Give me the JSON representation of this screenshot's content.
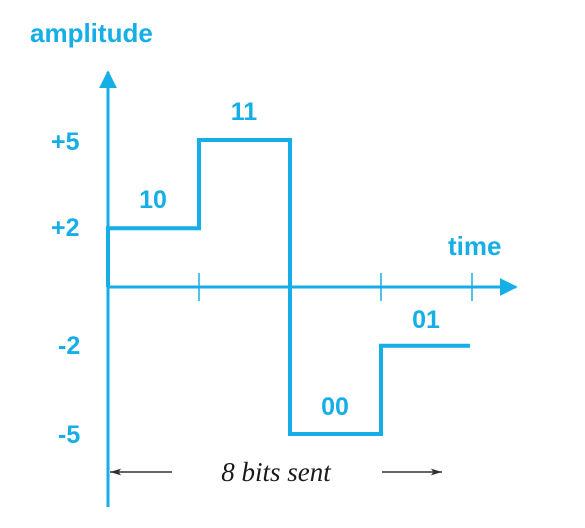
{
  "labels": {
    "y_axis_title": "amplitude",
    "x_axis_title": "time",
    "y_ticks": [
      "+5",
      "+2",
      "-2",
      "-5"
    ],
    "bits": [
      "10",
      "11",
      "00",
      "01"
    ],
    "note": "8 bits sent"
  },
  "signal": {
    "levels": [
      2,
      5,
      -5,
      -2
    ],
    "bits": [
      "10",
      "11",
      "00",
      "01"
    ]
  },
  "colors": {
    "signal": "#15aee6",
    "note": "#1a1a1a",
    "background": "#ffffff"
  }
}
